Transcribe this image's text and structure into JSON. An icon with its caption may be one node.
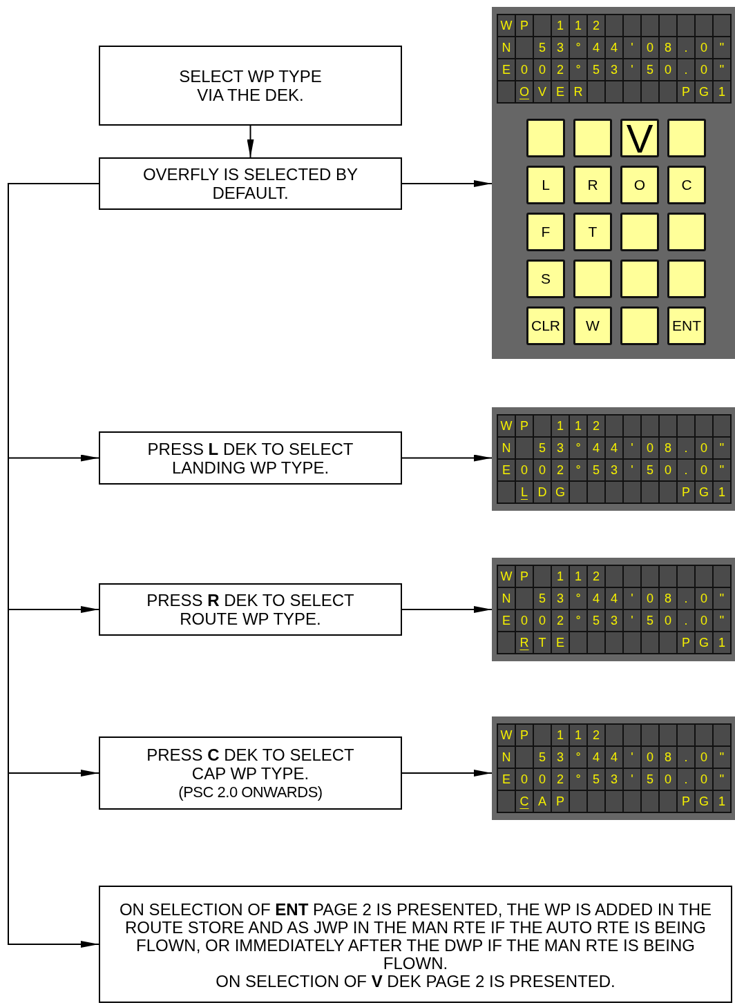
{
  "diagram": {
    "nodes": [
      {
        "text": [
          "SELECT WP TYPE VIA THE DEK."
        ]
      },
      {
        "text": [
          "OVERFLY IS SELECTED BY DEFAULT."
        ]
      },
      {
        "text": [],
        "shape": "box"
      },
      {
        "text": [],
        "shape": "box",
        "in": 2
      },
      {
        "text": [],
        "shape": "box",
        "in": 2
      },
      {
        "text": [
          "V"
        ],
        "in": 2
      },
      {
        "text": [],
        "shape": "box",
        "in": 2
      },
      {
        "text": [
          "L"
        ],
        "in": 2
      },
      {
        "text": [
          "R"
        ],
        "in": 2
      },
      {
        "text": [
          "O"
        ],
        "in": 2
      },
      {
        "text": [
          "C"
        ],
        "in": 2
      },
      {
        "text": [
          "F"
        ],
        "in": 2
      },
      {
        "text": [
          "T"
        ],
        "in": 2
      },
      {
        "text": [],
        "shape": "box",
        "in": 2
      },
      {
        "text": [],
        "shape": "box",
        "in": 2
      },
      {
        "text": [
          "S"
        ],
        "in": 2
      },
      {
        "text": [],
        "shape": "box",
        "in": 2
      },
      {
        "text": [],
        "shape": "box",
        "in": 2
      },
      {
        "text": [],
        "shape": "box",
        "in": 2
      },
      {
        "text": [
          "CLR"
        ],
        "in": 2
      },
      {
        "text": [
          "W"
        ],
        "in": 2
      },
      {
        "text": [],
        "shape": "box",
        "in": 2
      },
      {
        "text": [
          "ENT"
        ],
        "in": 2
      },
      {
        "text": [
          "PRESS **L** DEK TO SELECT LANDING WP TYPE."
        ]
      },
      {
        "text": [],
        "shape": "box"
      },
      {
        "text": [
          "PRESS **R** DEK TO SELECT ROUTE WP TYPE."
        ]
      },
      {
        "text": [],
        "shape": "box"
      },
      {
        "text": [
          "PRESS **C** DEK TO SELECT CAP WP TYPE.",
          "(PSC 2.0 ONWARDS)"
        ]
      },
      {
        "text": [],
        "shape": "box"
      },
      {
        "text": [
          "ON SELECTION OF **ENT** PAGE 2 IS PRESENTED, THE WP IS ADDED IN THE ROUTE STORE AND AS JWP IN THE MAN RTE IF THE AUTO RTE IS BEING FLOWN, OR IMMEDIATELY AFTER THE DWP IF THE MAN RTE IS BEING FLOWN.",
          "ON SELECTION OF **V** DEK PAGE 2 IS PRESENTED."
        ]
      }
    ],
    "edges": [
      {
        "from": 0,
        "to": 1,
        "arrow": "to"
      },
      {
        "from": 1,
        "to": 2,
        "arrow": "to"
      },
      {
        "from": 1,
        "to": 23,
        "arrow": "to"
      },
      {
        "from": 23,
        "to": 24,
        "arrow": "to"
      },
      {
        "from": 1,
        "to": 25,
        "arrow": "to"
      },
      {
        "from": 25,
        "to": 26,
        "arrow": "to"
      },
      {
        "from": 1,
        "to": 27,
        "arrow": "to"
      },
      {
        "from": 27,
        "to": 28,
        "arrow": "to"
      },
      {
        "from": 1,
        "to": 29,
        "arrow": "to"
      }
    ],
    "labels": [
      "W",
      "P",
      "1",
      "1",
      "2",
      "N",
      "5",
      "3",
      "°",
      "4",
      "4",
      "'",
      "0",
      "8",
      ".",
      "0",
      "\"",
      "E",
      "0",
      "0",
      "2",
      "°",
      "5",
      "3",
      "'",
      "5",
      "0",
      ".",
      "0",
      "\"",
      "O",
      "V",
      "E",
      "R",
      "P",
      "G",
      "1",
      "W",
      "P",
      "1",
      "1",
      "2",
      "N",
      "5",
      "3",
      "°",
      "4",
      "4",
      "'",
      "0",
      "8",
      ".",
      "0",
      "\"",
      "E",
      "0",
      "0",
      "2",
      "°",
      "5",
      "3",
      "'",
      "5",
      "0",
      ".",
      "0",
      "\"",
      "L",
      "D",
      "G",
      "P",
      "G",
      "1",
      "W",
      "P",
      "1",
      "1",
      "2",
      "N",
      "5",
      "3",
      "°",
      "4",
      "4",
      "'",
      "0",
      "8",
      ".",
      "0",
      "\"",
      "E",
      "0",
      "0",
      "2",
      "°",
      "5",
      "3",
      "'",
      "5",
      "0",
      ".",
      "0",
      "\"",
      "R",
      "T",
      "E",
      "P",
      "G",
      "1",
      "W",
      "P",
      "1",
      "1",
      "2",
      "N",
      "5",
      "3",
      "°",
      "4",
      "4",
      "'",
      "0",
      "8",
      ".",
      "0",
      "\"",
      "E",
      "0",
      "0",
      "2",
      "°",
      "5",
      "3",
      "'",
      "5",
      "0",
      ".",
      "0",
      "\"",
      "C",
      "A",
      "P",
      "P",
      "G",
      "1"
    ]
  }
}
